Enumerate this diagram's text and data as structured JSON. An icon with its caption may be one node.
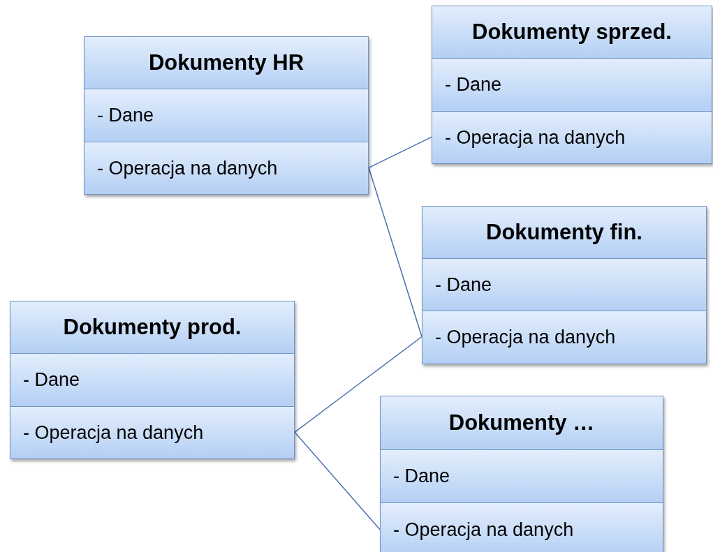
{
  "diagram": {
    "nodes": [
      {
        "text": [
          "Dokumenty HR",
          "- Dane",
          "- Operacja na danych"
        ]
      },
      {
        "text": [
          "Dokumenty sprzed.",
          "- Dane",
          "- Operacja na danych"
        ]
      },
      {
        "text": [
          "Dokumenty fin.",
          "- Dane",
          "- Operacja na danych"
        ]
      },
      {
        "text": [
          "Dokumenty prod.",
          "- Dane",
          "- Operacja na danych"
        ]
      },
      {
        "text": [
          "Dokumenty …",
          "- Dane",
          "- Operacja na danych"
        ]
      }
    ],
    "edges": [
      {
        "from": 0,
        "to": 1,
        "arrow": "none"
      },
      {
        "from": 0,
        "to": 2,
        "arrow": "none"
      },
      {
        "from": 3,
        "to": 2,
        "arrow": "none"
      },
      {
        "from": 3,
        "to": 4,
        "arrow": "none"
      }
    ]
  }
}
